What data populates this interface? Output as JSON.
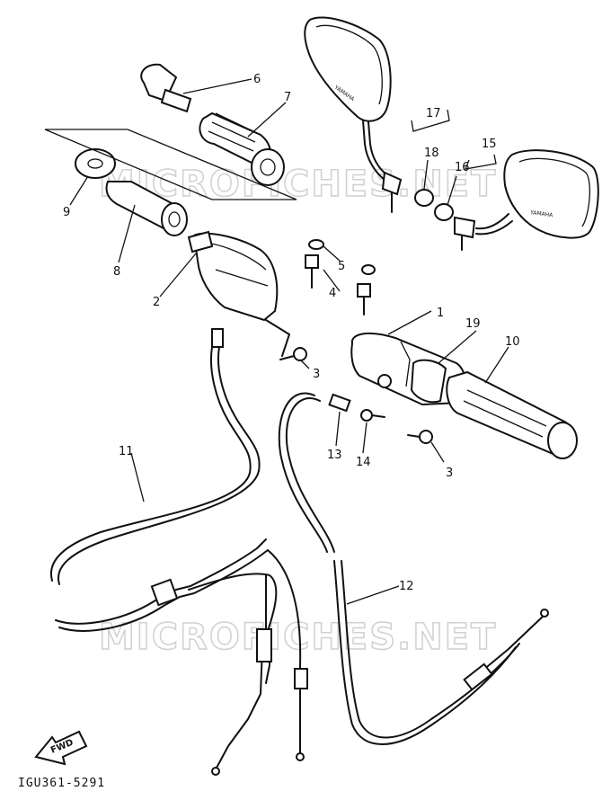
{
  "watermark": "MICROFICHES.NET",
  "diagram_code": "IGU361-5291",
  "fwd_label": "FWD",
  "mirror_brand": "YAMAHA",
  "callouts": {
    "p1": "1",
    "p2": "2",
    "p3a": "3",
    "p3b": "3",
    "p4": "4",
    "p5": "5",
    "p6": "6",
    "p7": "7",
    "p8": "8",
    "p9": "9",
    "p10": "10",
    "p11": "11",
    "p12": "12",
    "p13": "13",
    "p14": "14",
    "p15": "15",
    "p16": "16",
    "p17": "17",
    "p18": "18",
    "p19": "19"
  }
}
